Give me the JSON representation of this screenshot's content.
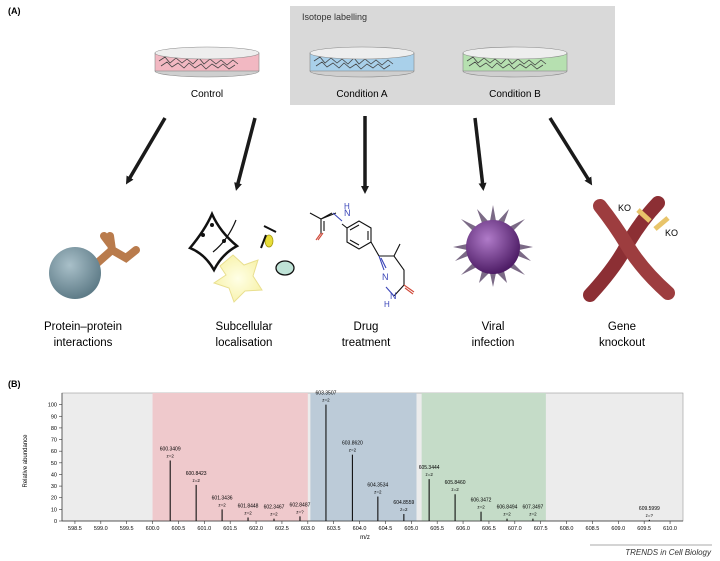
{
  "panel_a": {
    "label": "(A)",
    "isotope_box_label": "Isotope labelling",
    "dishes": [
      {
        "label": "Control",
        "color": "#f2b8c2"
      },
      {
        "label": "Condition A",
        "color": "#a9d0ea"
      },
      {
        "label": "Condition B",
        "color": "#b6e0b0"
      }
    ],
    "applications": [
      {
        "label_line1": "Protein–protein",
        "label_line2": "interactions",
        "icon": "antibody-binding-icon"
      },
      {
        "label_line1": "Subcellular",
        "label_line2": "localisation",
        "icon": "organelles-icon"
      },
      {
        "label_line1": "Drug",
        "label_line2": "treatment",
        "icon": "chemical-structure-icon"
      },
      {
        "label_line1": "Viral",
        "label_line2": "infection",
        "icon": "virus-icon"
      },
      {
        "label_line1": "Gene",
        "label_line2": "knockout",
        "icon": "chromosome-icon"
      }
    ],
    "chem_labels": {
      "n_top": "N",
      "h_top": "H",
      "n1": "N",
      "n2": "N",
      "h_bottom": "H"
    },
    "ko_labels": [
      "KO",
      "KO"
    ]
  },
  "panel_b": {
    "label": "(B)",
    "credit": "TRENDS in Cell Biology"
  },
  "chart_data": {
    "type": "bar",
    "xlabel": "m/z",
    "ylabel": "Relative abundance",
    "xlim": [
      598.25,
      610.25
    ],
    "ylim": [
      0,
      110
    ],
    "x_ticks": [
      "598.5",
      "599.0",
      "599.5",
      "600.0",
      "600.5",
      "601.0",
      "601.5",
      "602.0",
      "602.5",
      "603.0",
      "603.5",
      "604.0",
      "604.5",
      "605.0",
      "605.5",
      "606.0",
      "606.5",
      "607.0",
      "607.5",
      "608.0",
      "608.5",
      "609.0",
      "609.5",
      "610.0"
    ],
    "y_ticks": [
      "0",
      "10",
      "20",
      "30",
      "40",
      "50",
      "60",
      "70",
      "80",
      "90",
      "100"
    ],
    "regions": [
      {
        "name": "Control",
        "from": 600.0,
        "to": 603.0,
        "color": "#efc9cc"
      },
      {
        "name": "Condition A",
        "from": 603.05,
        "to": 605.1,
        "color": "#bccbd8"
      },
      {
        "name": "Condition B",
        "from": 605.2,
        "to": 607.6,
        "color": "#c5dcc8"
      }
    ],
    "peaks": [
      {
        "mz": 600.3409,
        "label": "600.3409",
        "charge": "z=2",
        "intensity": 52
      },
      {
        "mz": 600.8423,
        "label": "600.8423",
        "charge": "z=2",
        "intensity": 31
      },
      {
        "mz": 601.3436,
        "label": "601.3436",
        "charge": "z=2",
        "intensity": 10
      },
      {
        "mz": 601.8448,
        "label": "601.8448",
        "charge": "z=2",
        "intensity": 3
      },
      {
        "mz": 602.3467,
        "label": "602.3467",
        "charge": "z=2",
        "intensity": 2
      },
      {
        "mz": 602.8487,
        "label": "602.8487",
        "charge": "z=?",
        "intensity": 4
      },
      {
        "mz": 603.3507,
        "label": "603.3507",
        "charge": "z=2",
        "intensity": 100
      },
      {
        "mz": 603.862,
        "label": "603.8620",
        "charge": "z=2",
        "intensity": 57
      },
      {
        "mz": 604.3534,
        "label": "604.3534",
        "charge": "z=2",
        "intensity": 21
      },
      {
        "mz": 604.8559,
        "label": "604.8559",
        "charge": "z=2",
        "intensity": 6
      },
      {
        "mz": 605.3444,
        "label": "605.3444",
        "charge": "z=2",
        "intensity": 36
      },
      {
        "mz": 605.846,
        "label": "605.8460",
        "charge": "z=2",
        "intensity": 23
      },
      {
        "mz": 606.3472,
        "label": "606.3472",
        "charge": "z=2",
        "intensity": 8
      },
      {
        "mz": 606.8494,
        "label": "606.8494",
        "charge": "z=2",
        "intensity": 2
      },
      {
        "mz": 607.3497,
        "label": "607.3497",
        "charge": "z=2",
        "intensity": 2
      },
      {
        "mz": 609.5999,
        "label": "609.5999",
        "charge": "z=?",
        "intensity": 1
      }
    ]
  }
}
